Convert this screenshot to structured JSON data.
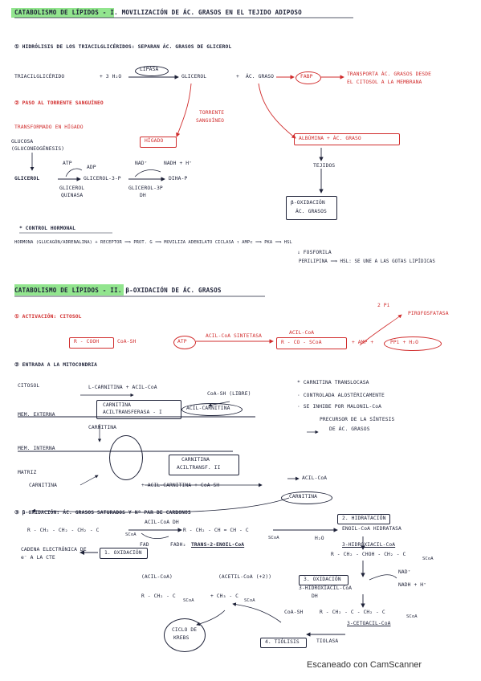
{
  "section1": {
    "title": "CATABOLISMO DE LÍPIDOS - I. MOVILIZACIÓN DE ÁC. GRASOS EN EL TEJIDO ADIPOSO",
    "h1": "① HIDRÓLISIS DE LOS TRIACILGLICÉRIDOS: SEPARAN ÁC. GRASOS DE GLICEROL",
    "triacil": "TRIACILGLICÉRIDO",
    "plus_h2o": "+ 3 H₂O",
    "lipasa": "LIPASA",
    "glicerol": "GLICEROL",
    "plus": "+",
    "acgraso": "ÁC. GRASO",
    "fabp": "FABP",
    "fabp_note1": "TRANSPORTA ÁC. GRASOS DESDE",
    "fabp_note2": "EL CITOSOL A LA MEMBRANA",
    "h2": "② PASO AL TORRENTE SANGUÍNEO",
    "trans_note": "TRANSFORMADO EN HÍGADO",
    "to_sanguineo1": "TORRENTE",
    "to_sanguineo2": "SANGUÍNEO",
    "higado": "HÍGADO",
    "albumina": "ALBÚMINA + ÁC. GRASO",
    "gluco1": "GLUCOSA",
    "gluco2": "(GLUCONEOGÉNESIS)",
    "atp": "ATP",
    "adp": "ADP",
    "nad": "NAD⁺",
    "nadh": "NADH + H⁺",
    "glicerol2": "GLICEROL",
    "glicerol3p": "GLICEROL-3-P",
    "dihap": "DIHA-P",
    "glicquin1": "GLICEROL",
    "glicquin2": "QUINASA",
    "glic3pdh1": "GLICEROL-3P",
    "glic3pdh2": "DH",
    "tejidos": "TEJIDOS",
    "boxa": "β-OXIDACIÓN",
    "boxb": "ÁC. GRASOS",
    "control_title": "* CONTROL HORMONAL",
    "control_line": "HORMONA (GLUCAGÓN/ADRENALINA) + RECEPTOR ⟹ PROT. G ⟹ MOVILIZA ADENILATO CICLASA ↑ AMPc ⟹ PKA ⟹ HSL",
    "fosforila": "⇓ FOSFORILA",
    "perilipina": "PERILIPINA ⟹ HSL: SE UNE A LAS GOTAS LIPÍDICAS"
  },
  "section2": {
    "title": "CATABOLISMO DE LÍPIDOS - II. β-OXIDACIÓN DE ÁC. GRASOS",
    "pyro": "2 Pi",
    "pyro_label": "PIROFOSFATASA",
    "h1": "① ACTIVACIÓN: CITOSOL",
    "rcooh": "R - COOH",
    "coash": "CoA-SH",
    "atp": "ATP",
    "acilsint": "ACIL-CoA SINTETASA",
    "acilcoa": "ACIL-CoA",
    "rcoscoa": "R - CO - SCoA",
    "amp": "+ AMP +",
    "ppi": "PPi + H₂O",
    "h2": "② ENTRADA A LA MITOCONDRIA",
    "citosol": "CITOSOL",
    "lcarn": "L-CARNITINA + ACIL-CoA",
    "coash_libre": "CoA-SH (LIBRE)",
    "cat1a": "CARNITINA",
    "cat1b": "ACILTRANSFERASA - I",
    "acilcarn": "ACIL-CARNITINA",
    "memext": "MEM. EXTERNA",
    "carnitina": "CARNITINA",
    "memint": "MEM. INTERNA",
    "matriz": "MATRIZ",
    "cat2a": "CARNITINA",
    "cat2b": "ACILTRANSF. II",
    "carnitina2": "CARNITINA",
    "acilcarn2": "+ ACIL-CARNITINA + CoA-SH",
    "acilcoa2": "ACIL-CoA",
    "carnitina3": "CARNITINA",
    "bullet1": "* CARNITINA TRANSLOCASA",
    "bullet2": "· CONTROLADA ALOSTÉRICAMENTE",
    "bullet3": "· SE INHIBE POR MALONIL-CoA",
    "bullet4": "PRECURSOR DE LA SÍNTESIS",
    "bullet5": "DE ÁC. GRASOS",
    "h3": "③ β-OXIDACIÓN: ÁC. GRASOS SATURADOS Y Nº PAR DE CARBONOS",
    "chain1": "R - CH₂ - CH₂ - CH₂ - C",
    "scoa": "SCoA",
    "acilcoadh": "ACIL-CoA DH",
    "fad": "FAD",
    "fadh2": "FADH₂",
    "chain2": "R - CH₂ - CH = CH - C",
    "trans": "TRANS-2-ENOIL-CoA",
    "hidratacion": "2. HIDRATACIÓN",
    "enoil": "ENOIL-CoA HIDRATASA",
    "h2o": "H₂O",
    "oxid1": "1. OXIDACIÓN",
    "cadena1": "CADENA ELECTRÓNICA DE",
    "cadena2": "e⁻ A LA CTE",
    "hydroxy": "3-HIDROXIACIL-CoA",
    "chain3": "R - CH₂ - CHOH - CH₂ - C",
    "oxid3": "3. OXIDACIÓN",
    "hadh1": "3-HIDROXIACIL-CoA",
    "hadh2": "DH",
    "nad": "NAD⁺",
    "nadh": "NADH + H⁺",
    "ac1": "(ACIL-CoA)",
    "ac2": "(ACETIL-CoA (+2))",
    "chain4": "R - CH₂ - C",
    "chain5": "+ CH₃ - C",
    "chain6": "R - CH₂ - C - CH₂ - C",
    "cetoacil": "3-CETOACIL-CoA",
    "krebs1": "CICLO DE",
    "krebs2": "KREBS",
    "tiolisis": "4. TIÓLISIS",
    "tiolasa": "TIOLASA"
  },
  "footer": "Escaneado con CamScanner",
  "colors": {
    "ink": "#1e2238",
    "red": "#d12d2d",
    "highlight": "#7fe07a"
  }
}
